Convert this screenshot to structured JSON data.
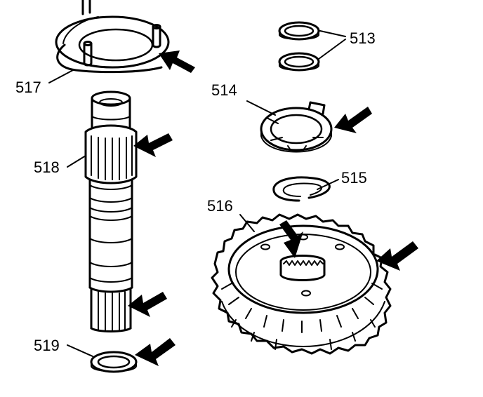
{
  "diagram": {
    "callouts": [
      {
        "id": "513",
        "text": "513"
      },
      {
        "id": "514",
        "text": "514"
      },
      {
        "id": "515",
        "text": "515"
      },
      {
        "id": "516",
        "text": "516"
      },
      {
        "id": "517",
        "text": "517"
      },
      {
        "id": "518",
        "text": "518"
      },
      {
        "id": "519",
        "text": "519"
      }
    ],
    "line_color": "#000000",
    "background": "#ffffff"
  }
}
